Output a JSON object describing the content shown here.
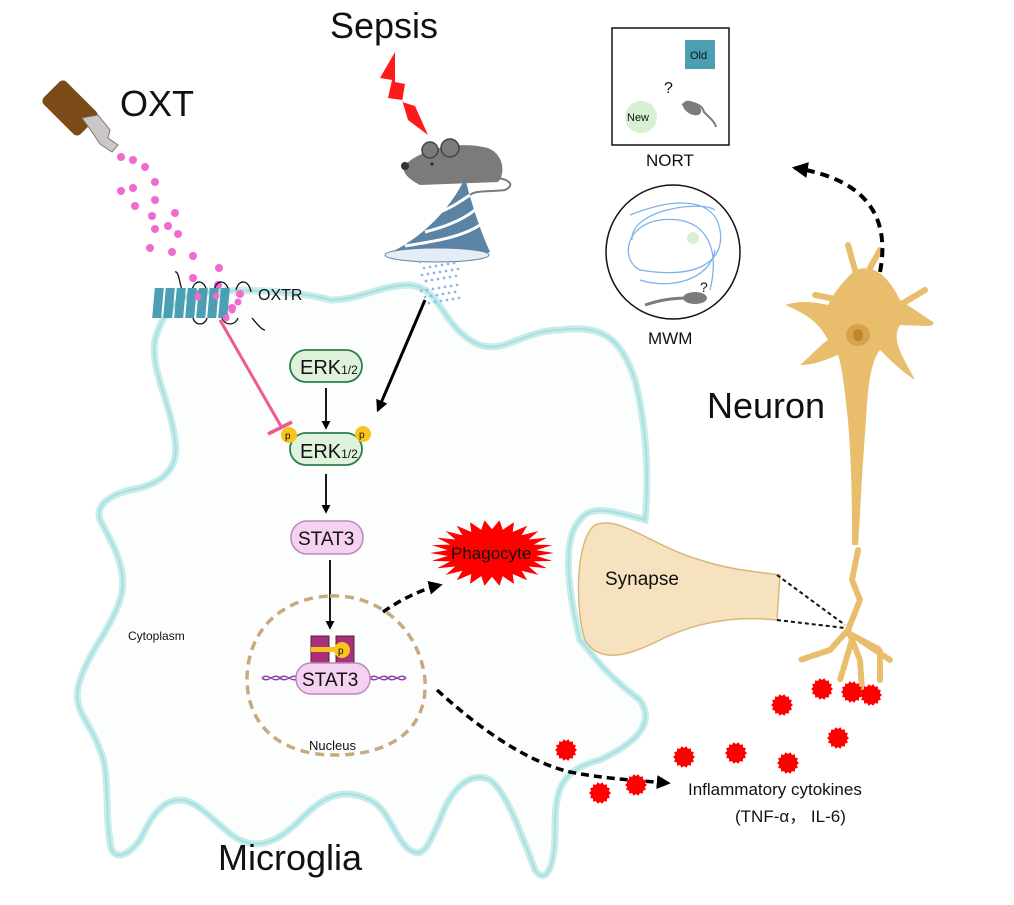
{
  "title_labels": {
    "oxt": "OXT",
    "sepsis": "Sepsis",
    "oxtr": "OXTR",
    "neuron": "Neuron",
    "microglia": "Microglia",
    "cytoplasm": "Cytoplasm",
    "nucleus": "Nucleus",
    "synapse": "Synapse",
    "phagocyte": "Phagocyte"
  },
  "pathway": {
    "erk_inactive": {
      "main": "ERK",
      "sub": "1/2"
    },
    "erk_active": {
      "main": "ERK",
      "sub": "1/2",
      "phospho_label": "p"
    },
    "stat3": "STAT3",
    "stat3_nuclear": "STAT3",
    "phospho_label": "p"
  },
  "behavior_tests": {
    "nort": {
      "label": "NORT",
      "old_object": "Old",
      "new_object": "New",
      "question": "?"
    },
    "mwm": {
      "label": "MWM",
      "question": "?"
    }
  },
  "cytokines": {
    "line1": "Inflammatory cytokines",
    "line2": "(TNF-α， IL-6)"
  },
  "colors": {
    "oxt_dot": "#f06ad0",
    "receptor": "#4a9fb3",
    "inhibition": "#ef5a8c",
    "erk_fill": "#dff2dc",
    "erk_stroke": "#2e7d4f",
    "stat3_fill": "#f5d2f2",
    "stat3_stroke": "#b98ab8",
    "stat3_dimer": "#a8307a",
    "phospho": "#f7c51b",
    "microglia_outline": "#bfe9e8",
    "nucleus_dash": "#c7ab7e",
    "neuron": "#e8bd6c",
    "synapse": "#f7e2bf",
    "phagocyte": "#ff0000",
    "cytokine": "#ff0000",
    "mouse": "#7b7b7b",
    "old_box": "#4aa0b2",
    "new_circle": "#d8f0d2",
    "lightning": "#ff1a1a",
    "cone": "#5b84a4"
  }
}
